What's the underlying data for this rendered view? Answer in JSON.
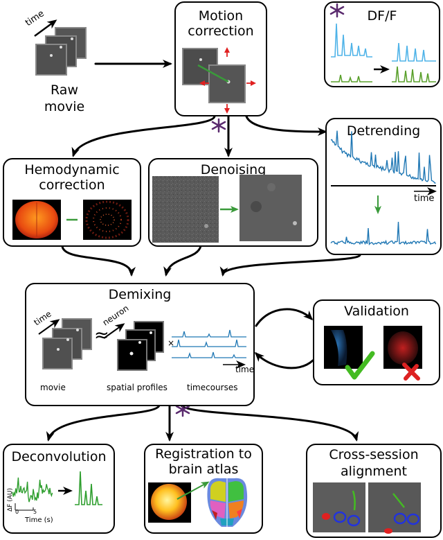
{
  "raw": {
    "time_label": "time",
    "caption": "Raw\nmovie"
  },
  "motion": {
    "title": "Motion\ncorrection"
  },
  "dff": {
    "title": "DF/F"
  },
  "detrending": {
    "title": "Detrending",
    "axis_label": "time"
  },
  "hemodynamic": {
    "title": "Hemodynamic\ncorrection"
  },
  "denoising": {
    "title": "Denoising"
  },
  "demixing": {
    "title": "Demixing",
    "time_label": "time",
    "neuron_label": "neuron",
    "approx_symbol": "≈",
    "times_symbol": "×",
    "timecourse_axis_label": "time",
    "captions": [
      "movie",
      "spatial profiles",
      "timecourses"
    ]
  },
  "validation": {
    "title": "Validation"
  },
  "deconvolution": {
    "title": "Deconvolution",
    "ylabel": "ΔF (AU)",
    "xlabel": "Time (s)",
    "ticks": [
      "0",
      "5"
    ]
  },
  "registration": {
    "title": "Registration to\nbrain atlas"
  },
  "cross_session": {
    "title": "Cross-session\nalignment"
  },
  "colors": {
    "star": "#5a2a6e",
    "arrow_green": "#3a9a3a",
    "trace_blue": "#1f77b4",
    "light_blue": "#4fb3e8",
    "green_trace": "#5aa02c",
    "red_arrow": "#e02020"
  }
}
